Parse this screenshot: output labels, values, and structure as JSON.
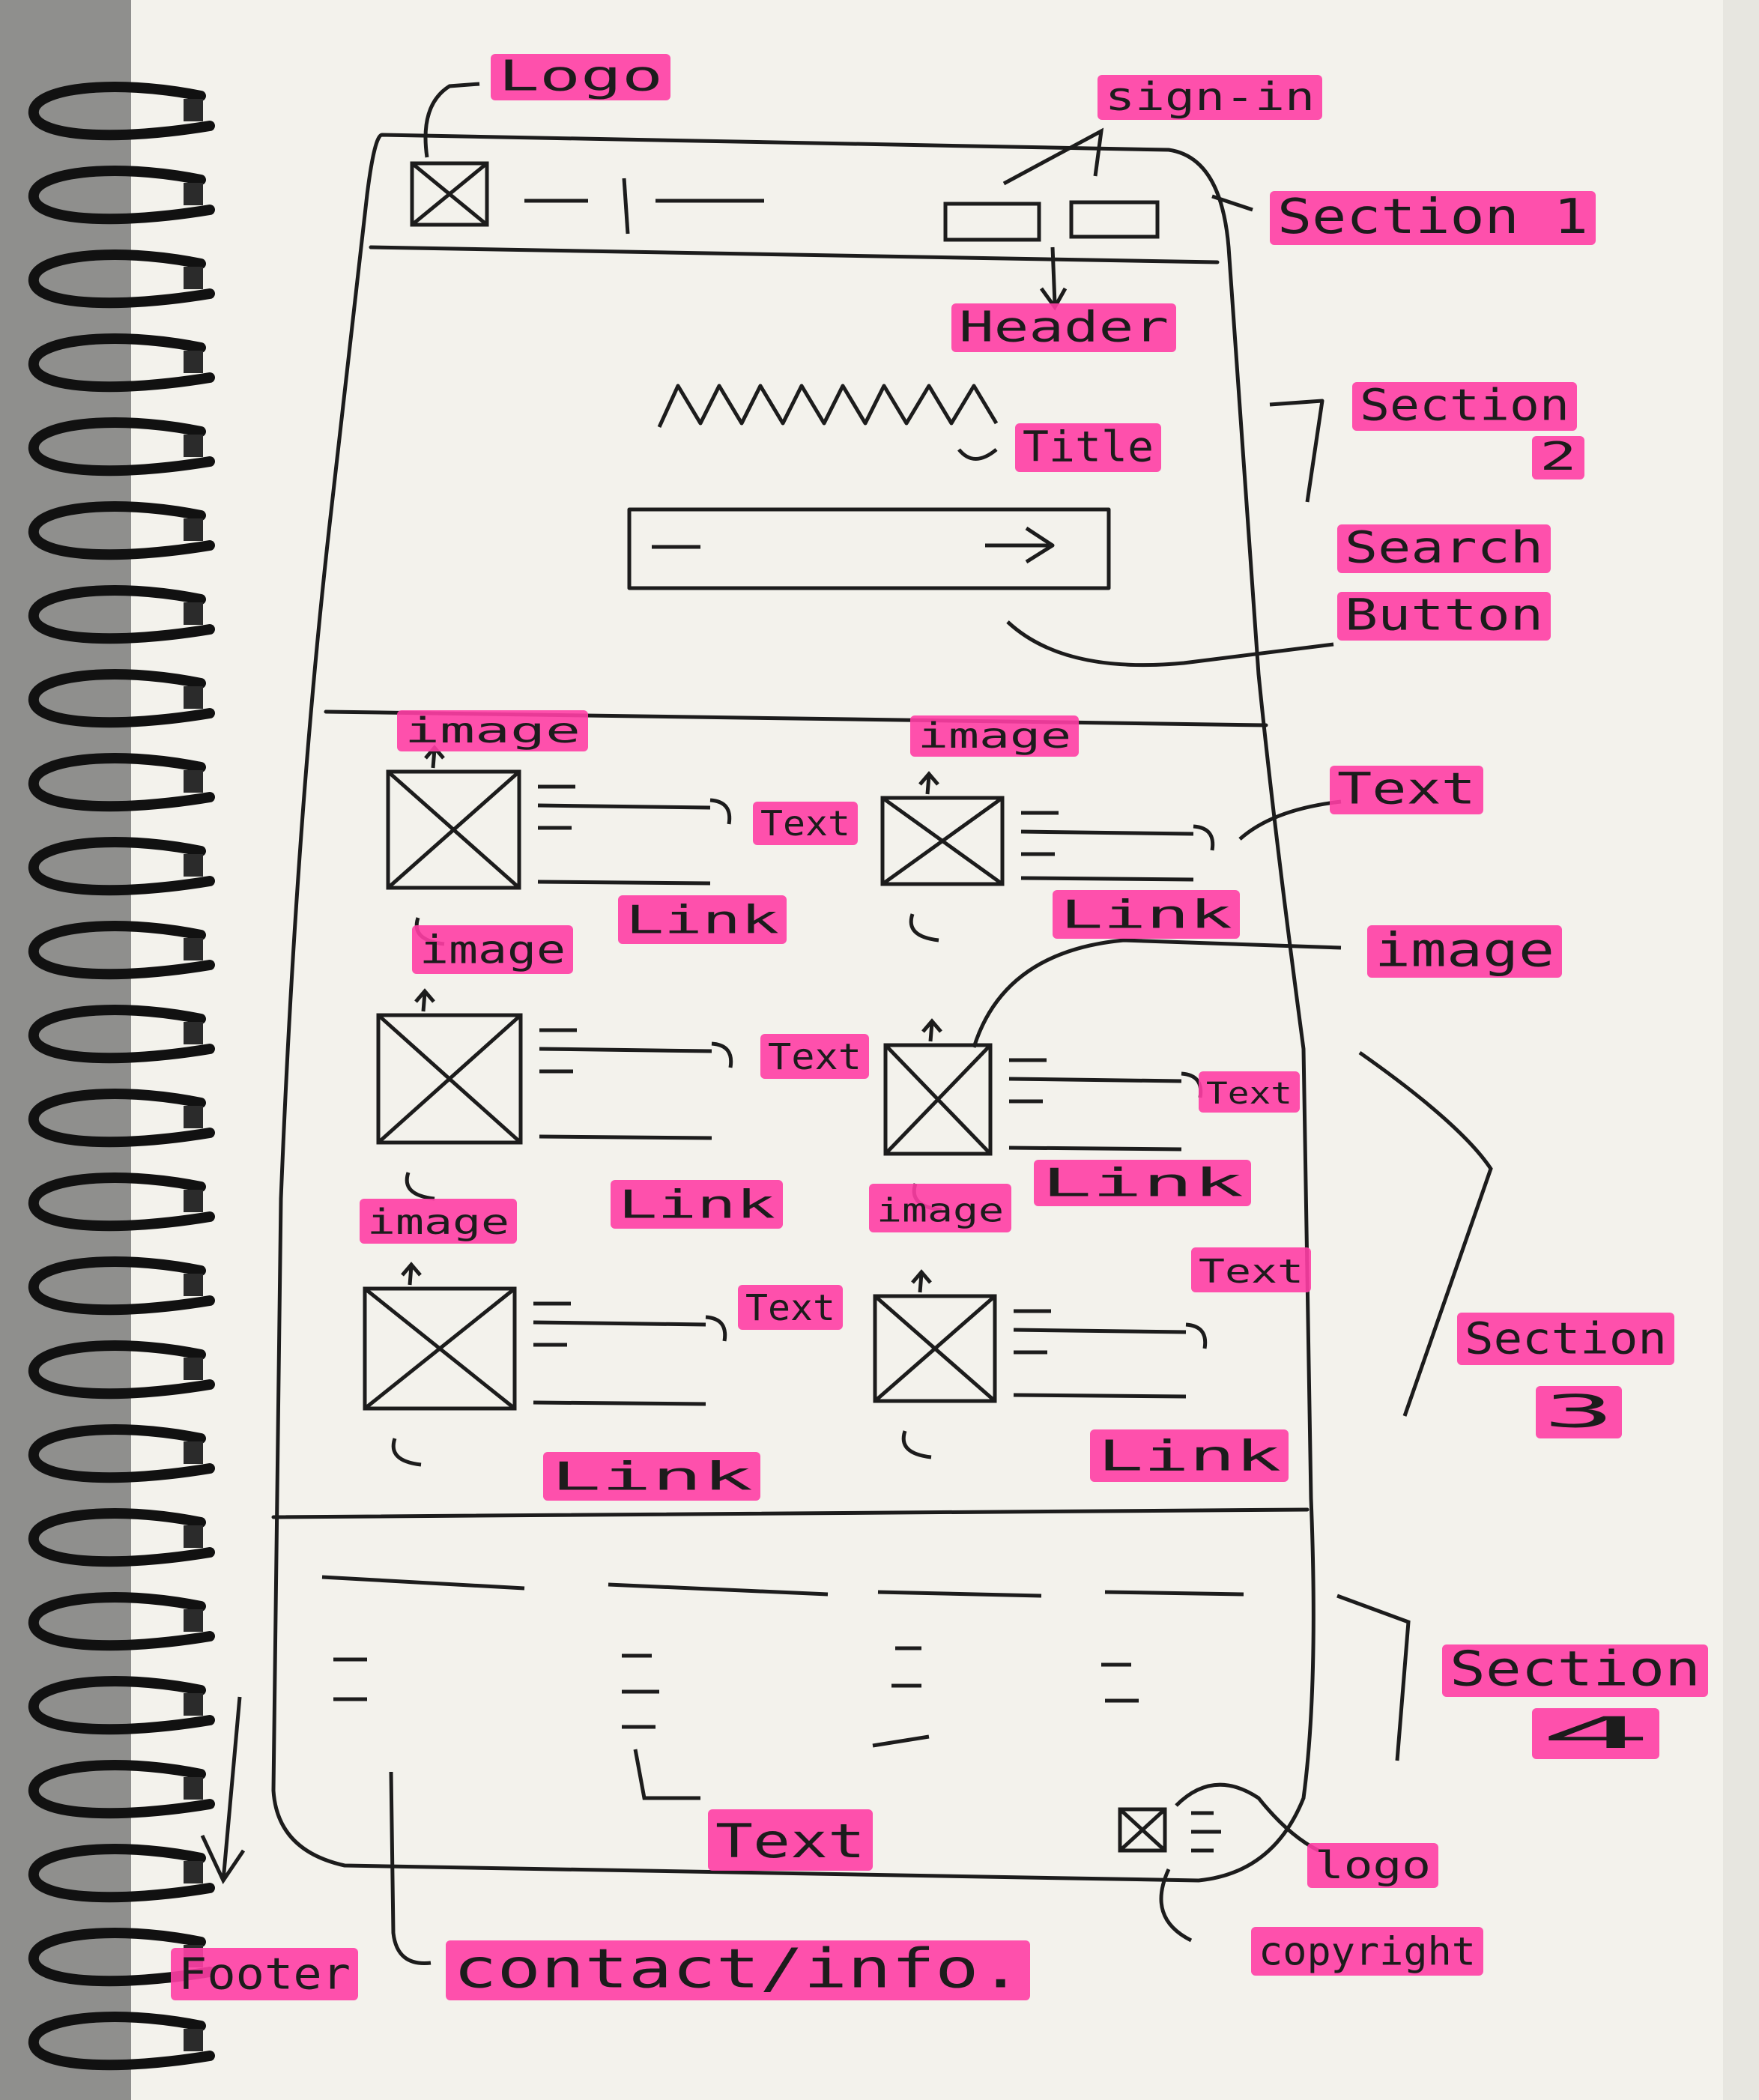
{
  "labels": {
    "logo_top": "Logo",
    "sign_in": "sign-in",
    "section1": "Section 1",
    "header": "Header",
    "title": "Title",
    "section2_a": "Section",
    "section2_b": "2",
    "search_a": "Search",
    "search_b": "Button",
    "image": "image",
    "text": "Text",
    "link": "Link",
    "section3_a": "Section",
    "section3_b": "3",
    "section4_a": "Section",
    "section4_b": "4",
    "footer": "Footer",
    "contact": "contact/info.",
    "logo_footer": "logo",
    "copyright": "copyright"
  },
  "colors": {
    "paper": "#f3f2ec",
    "highlight": "#ff3ea5",
    "ink": "#1c1c1c",
    "spiral": "#111111",
    "background": "#8f8f8d"
  }
}
